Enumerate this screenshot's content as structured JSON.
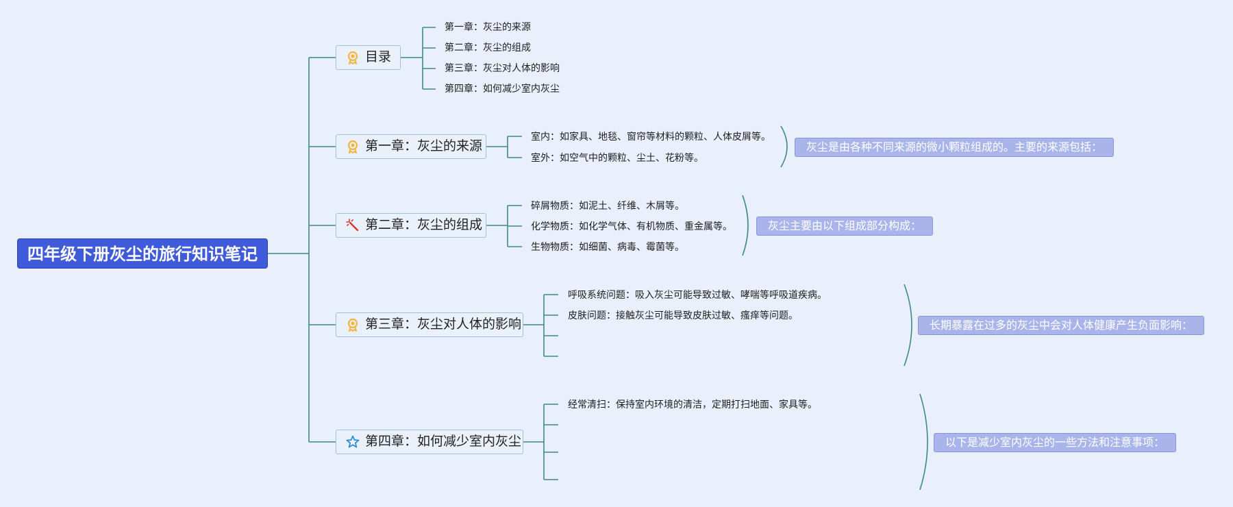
{
  "root": {
    "title": "四年级下册灰尘的旅行知识笔记"
  },
  "chapters": [
    {
      "label": "目录",
      "icon": "ribbon-award-icon",
      "items": [
        "第一章：灰尘的来源",
        "第二章：灰尘的组成",
        "第三章：灰尘对人体的影响",
        "第四章：如何减少室内灰尘"
      ]
    },
    {
      "label": "第一章：灰尘的来源",
      "icon": "ribbon-award-icon",
      "items": [
        "室内：如家具、地毯、窗帘等材料的颗粒、人体皮屑等。",
        "室外：如空气中的颗粒、尘土、花粉等。"
      ],
      "summary": "灰尘是由各种不同来源的微小颗粒组成的。主要的来源包括："
    },
    {
      "label": "第二章：灰尘的组成",
      "icon": "magic-wand-icon",
      "items": [
        "碎屑物质：如泥土、纤维、木屑等。",
        "化学物质：如化学气体、有机物质、重金属等。",
        "生物物质：如细菌、病毒、霉菌等。"
      ],
      "summary": "灰尘主要由以下组成部分构成："
    },
    {
      "label": "第三章：灰尘对人体的影响",
      "icon": "ribbon-award-icon",
      "items": [
        "呼吸系统问题：吸入灰尘可能导致过敏、哮喘等呼吸道疾病。",
        "皮肤问题：接触灰尘可能导致皮肤过敏、瘙痒等问题。",
        "",
        ""
      ],
      "summary": "长期暴露在过多的灰尘中会对人体健康产生负面影响："
    },
    {
      "label": "第四章：如何减少室内灰尘",
      "icon": "star-icon",
      "items": [
        "经常清扫：保持室内环境的清洁，定期打扫地面、家具等。",
        "",
        "",
        ""
      ],
      "summary": "以下是减少室内灰尘的一些方法和注意事项："
    }
  ],
  "colors": {
    "line": "#3d8a84",
    "root": "#3f5bd9",
    "summary": "#a9b5ea",
    "award": "#f2b53c",
    "wand": "#d9332e",
    "star": "#2a8fd0"
  }
}
